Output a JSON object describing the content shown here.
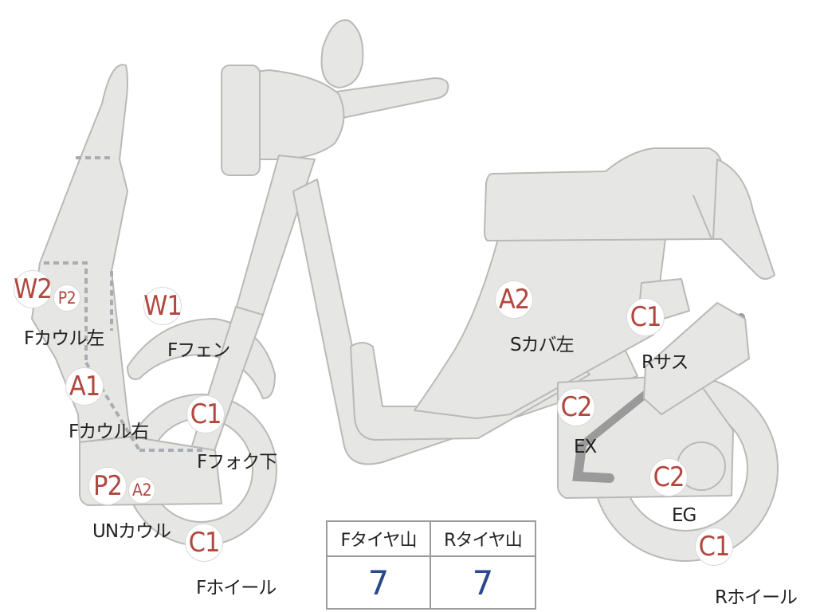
{
  "parts": [
    {
      "id": "f-cowl-left",
      "label": "Fカウル左",
      "codes": [
        "W2",
        "P2"
      ]
    },
    {
      "id": "f-fender",
      "label": "Fフェン",
      "codes": [
        "W1"
      ]
    },
    {
      "id": "f-cowl-right",
      "label": "Fカウル右",
      "codes": [
        "A1"
      ]
    },
    {
      "id": "f-fork-lower",
      "label": "Fフォク下",
      "codes": [
        "C1"
      ]
    },
    {
      "id": "un-cowl",
      "label": "UNカウル",
      "codes": [
        "P2",
        "A2"
      ]
    },
    {
      "id": "f-wheel",
      "label": "Fホイール",
      "codes": [
        "C1"
      ]
    },
    {
      "id": "s-cover-left",
      "label": "Sカバ左",
      "codes": [
        "A2"
      ]
    },
    {
      "id": "r-suspension",
      "label": "Rサス",
      "codes": [
        "C1"
      ]
    },
    {
      "id": "exhaust",
      "label": "EX",
      "codes": [
        "C2"
      ]
    },
    {
      "id": "engine",
      "label": "EG",
      "codes": [
        "C2"
      ]
    },
    {
      "id": "r-wheel",
      "label": "Rホイール",
      "codes": [
        "C1"
      ]
    }
  ],
  "tread_table": {
    "headers": [
      "Fタイヤ山",
      "Rタイヤ山"
    ],
    "values": [
      "7",
      "7"
    ]
  },
  "colors": {
    "code_text": "#b04840",
    "value_text": "#2a4a8a",
    "body_fill": "#e6e6e4",
    "body_stroke": "#b9b9b7"
  }
}
